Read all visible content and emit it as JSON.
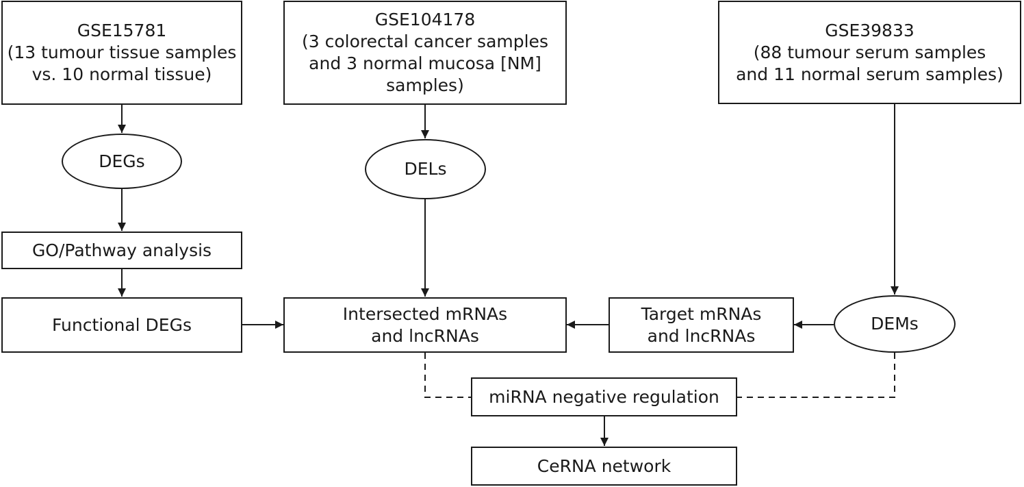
{
  "datasets": {
    "gse15781": {
      "line1": "GSE15781",
      "line2": "(13 tumour tissue samples",
      "line3": "vs. 10 normal tissue)"
    },
    "gse104178": {
      "line1": "GSE104178",
      "line2": "(3 colorectal cancer samples",
      "line3": "and 3 normal mucosa [NM]",
      "line4": "samples)"
    },
    "gse39833": {
      "line1": "GSE39833",
      "line2": "(88 tumour serum samples",
      "line3": "and 11 normal serum samples)"
    }
  },
  "nodes": {
    "degs": "DEGs",
    "dels": "DELs",
    "dems": "DEMs",
    "go_pathway": "GO/Pathway analysis",
    "functional_degs": "Functional DEGs",
    "intersected": {
      "line1": "Intersected mRNAs",
      "line2": "and lncRNAs"
    },
    "target": {
      "line1": "Target mRNAs",
      "line2": "and lncRNAs"
    },
    "mirna_regulation": "miRNA negative regulation",
    "cerna": "CeRNA network"
  },
  "colors": {
    "stroke": "#1a1a1a",
    "background": "#ffffff"
  }
}
